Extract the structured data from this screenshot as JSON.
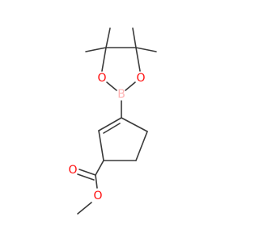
{
  "molecule": {
    "atoms": {
      "boron": "B",
      "ring_oxygen_left": "O",
      "ring_oxygen_right": "O",
      "carbonyl_oxygen": "O",
      "ester_oxygen": "O"
    },
    "colors": {
      "bond": "#3a3a3a",
      "oxygen": "#ff0d0d",
      "boron": "#ffb5b5",
      "background": "#ffffff"
    }
  }
}
